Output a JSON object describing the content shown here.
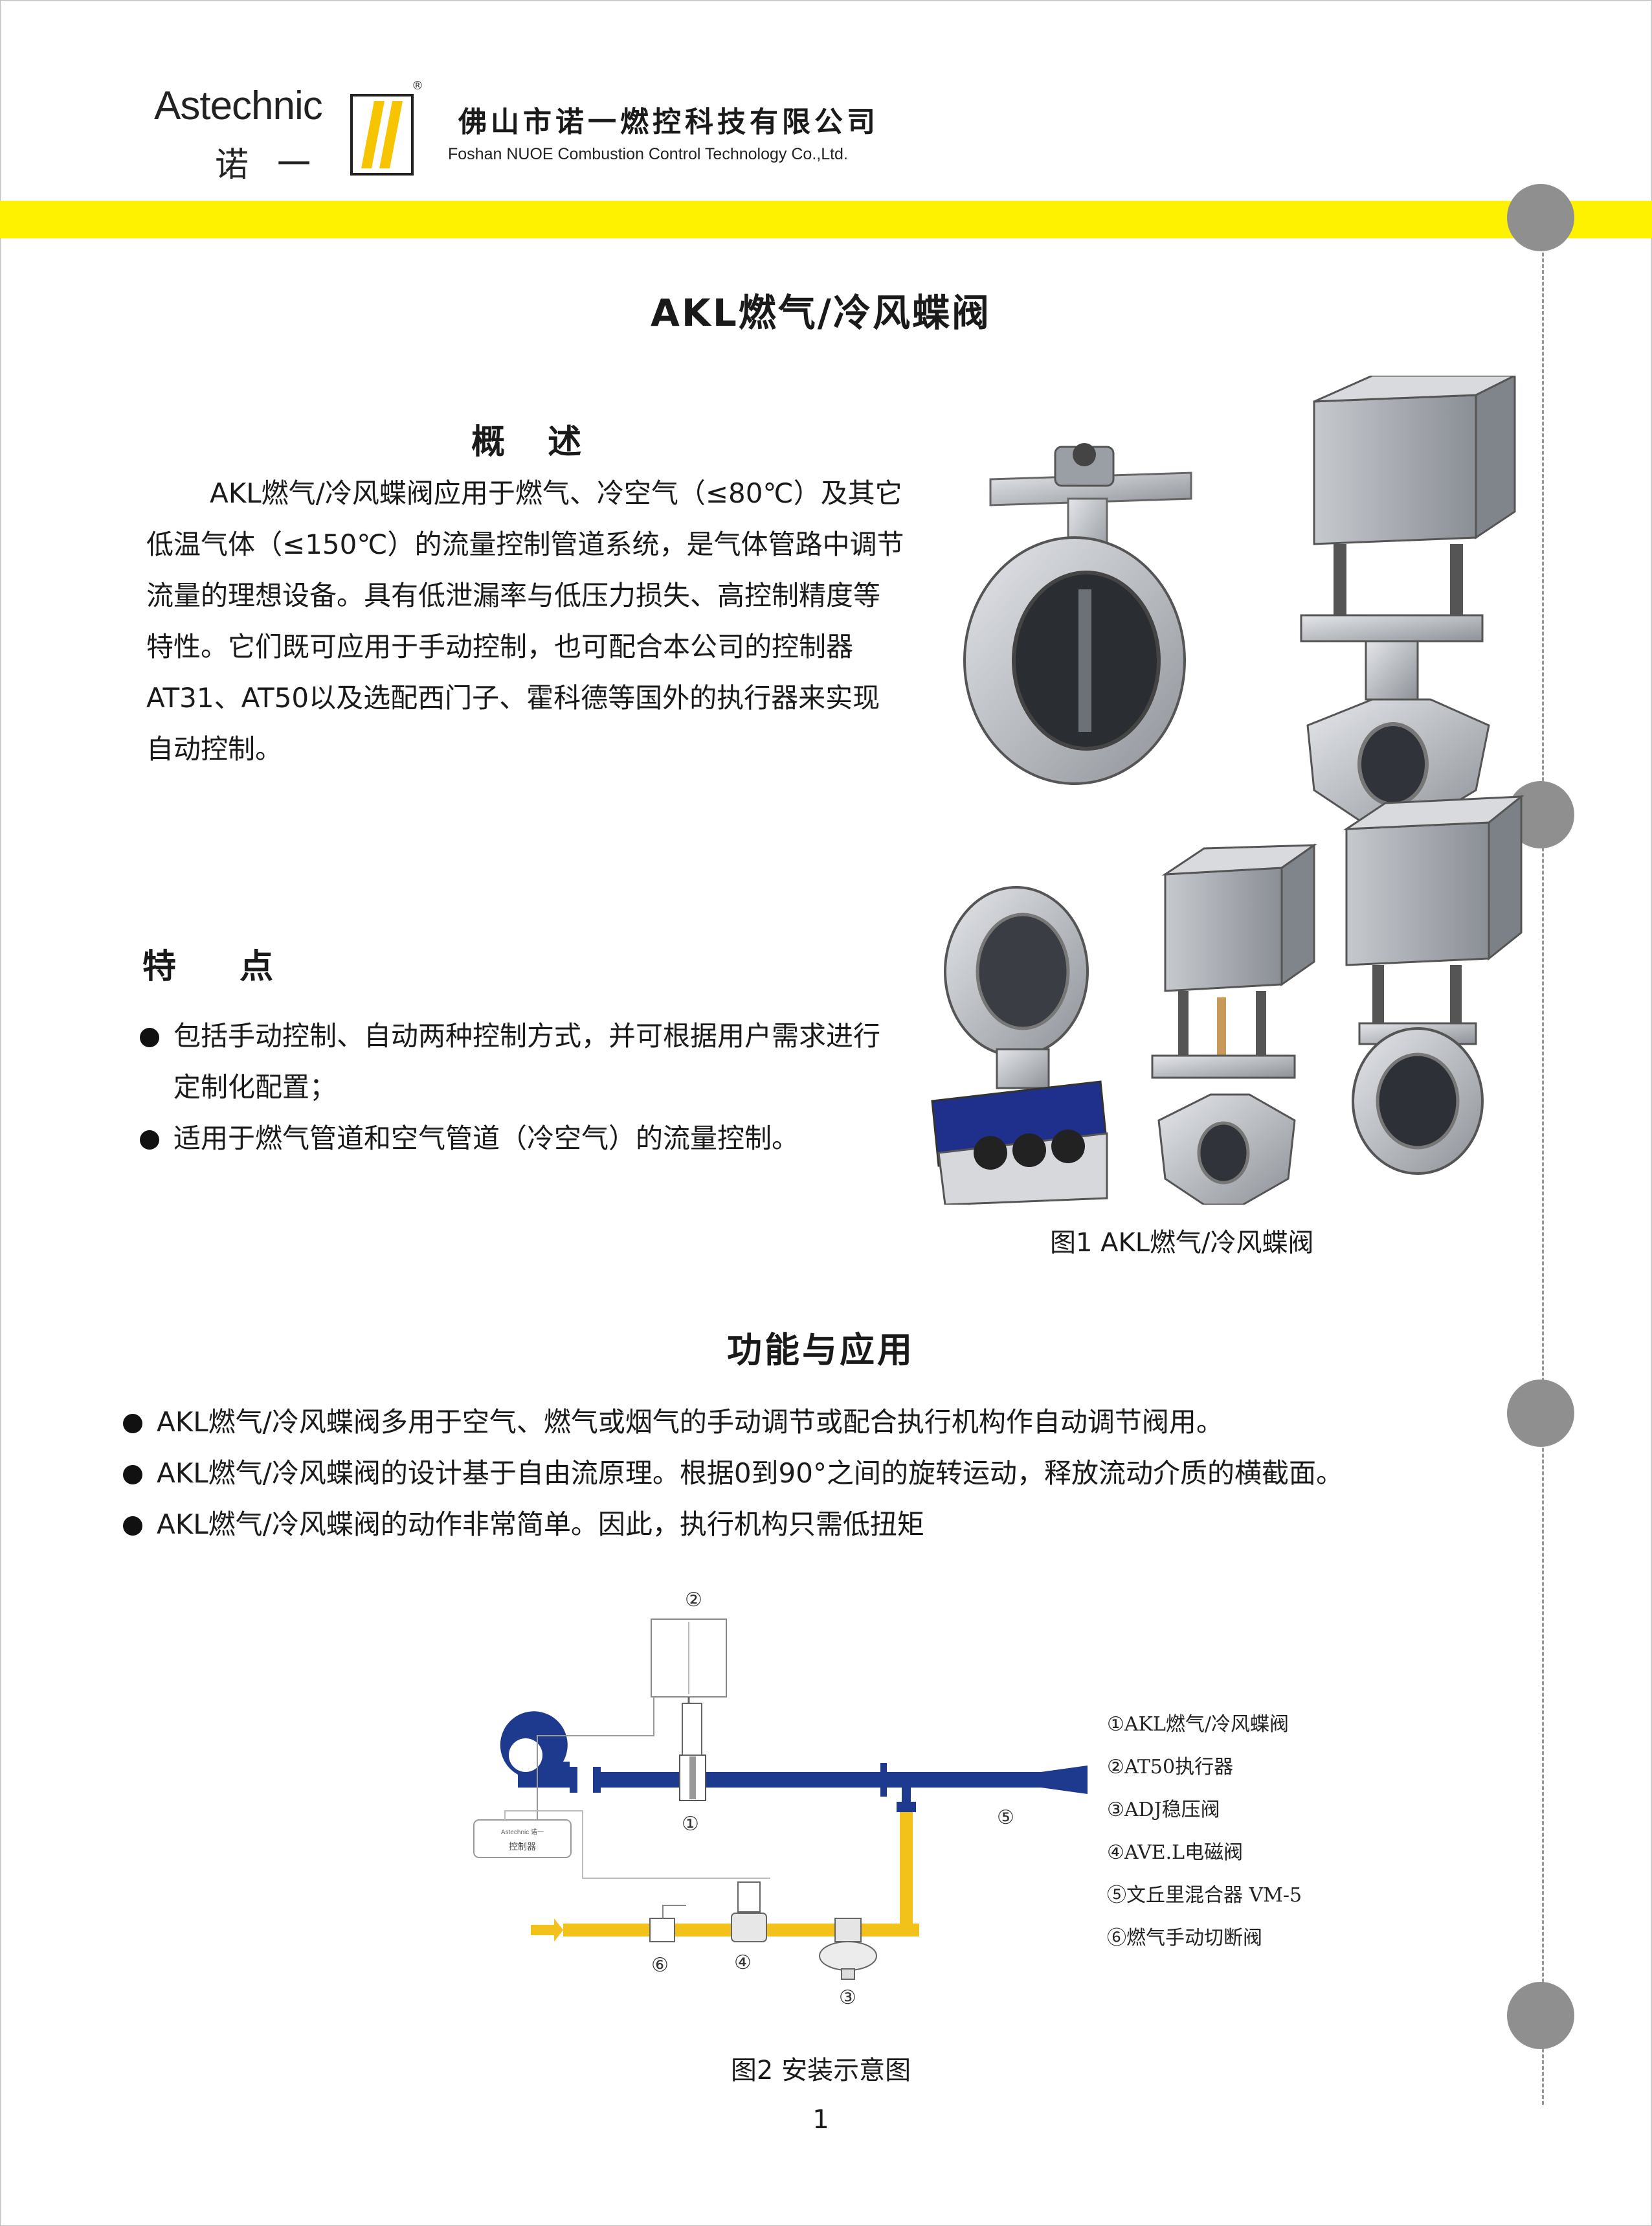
{
  "header": {
    "brand_en": "Astechnic",
    "brand_cn": "诺一",
    "registered_mark": "®",
    "company_cn": "佛山市诺一燃控科技有限公司",
    "company_en": "Foshan NUOE Combustion Control Technology Co.,Ltd."
  },
  "title": "AKL燃气/冷风蝶阀",
  "overview": {
    "heading": "概 述",
    "text": "AKL燃气/冷风蝶阀应用于燃气、冷空气（≤80℃）及其它低温气体（≤150℃）的流量控制管道系统，是气体管路中调节流量的理想设备。具有低泄漏率与低压力损失、高控制精度等特性。它们既可应用于手动控制，也可配合本公司的控制器AT31、AT50以及选配西门子、霍科德等国外的执行器来实现自动控制。"
  },
  "features": {
    "heading": "特 点",
    "items": [
      "包括手动控制、自动两种控制方式，并可根据用户需求进行定制化配置；",
      "适用于燃气管道和空气管道（冷空气）的流量控制。"
    ]
  },
  "figure1_caption": "图1 AKL燃气/冷风蝶阀",
  "function": {
    "heading": "功能与应用",
    "items": [
      "AKL燃气/冷风蝶阀多用于空气、燃气或烟气的手动调节或配合执行机构作自动调节阀用。",
      "AKL燃气/冷风蝶阀的设计基于自由流原理。根据0到90°之间的旋转运动，释放流动介质的横截面。",
      "AKL燃气/冷风蝶阀的动作非常简单。因此，执行机构只需低扭矩"
    ]
  },
  "diagram": {
    "markers": [
      "①",
      "②",
      "③",
      "④",
      "⑤",
      "⑥"
    ],
    "controller_label": "控制器",
    "controller_logo": "Astechnic 诺一",
    "legend": [
      "①AKL燃气/冷风蝶阀",
      "②AT50执行器",
      "③ADJ稳压阀",
      "④AVE.L电磁阀",
      "⑤文丘里混合器 VM-5",
      "⑥燃气手动切断阀"
    ]
  },
  "figure2_caption": "图2 安装示意图",
  "page_number": "1",
  "colors": {
    "band_yellow": "#fff200",
    "pipe_blue": "#1e3a8f",
    "gas_yellow": "#f2c21b",
    "metal": "#b9bcc2",
    "side_circle": "#8f8f8f"
  }
}
